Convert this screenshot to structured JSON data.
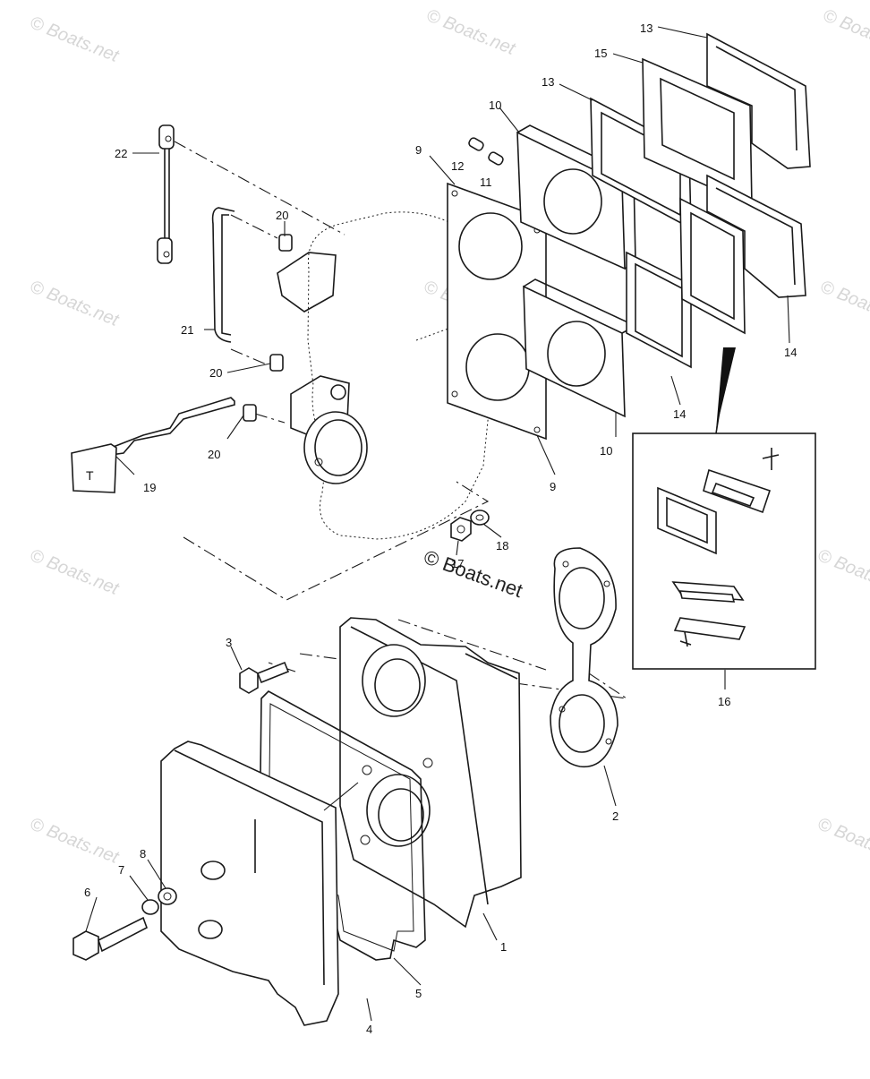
{
  "watermark": "© Boats.net",
  "copyright": "© Boats.net",
  "callouts": {
    "p1": "1",
    "p2": "2",
    "p3": "3",
    "p4": "4",
    "p5": "5",
    "p6": "6",
    "p7": "7",
    "p8": "8",
    "p9a": "9",
    "p9b": "9",
    "p10a": "10",
    "p10b": "10",
    "p11": "11",
    "p12": "12",
    "p13a": "13",
    "p13b": "13",
    "p14a": "14",
    "p14b": "14",
    "p15": "15",
    "p16": "16",
    "p17": "17",
    "p18": "18",
    "p19": "19",
    "p20a": "20",
    "p20b": "20",
    "p20c": "20",
    "p21": "21",
    "p22": "22"
  }
}
